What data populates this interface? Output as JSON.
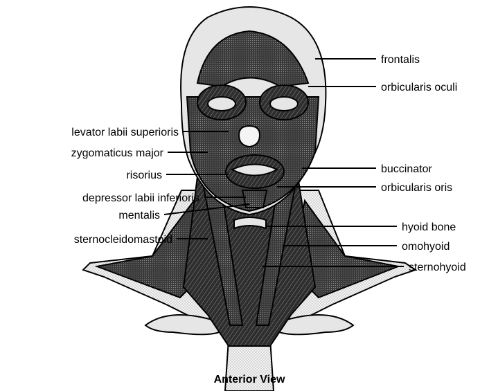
{
  "caption": "Anterior View",
  "labels": {
    "right": {
      "frontalis": "frontalis",
      "orbicularis_oculi": "orbicularis oculi",
      "buccinator": "buccinator",
      "orbicularis_oris": "orbicularis oris",
      "hyoid_bone": "hyoid bone",
      "omohyoid": "omohyoid",
      "sternohyoid": "sternohyoid"
    },
    "left": {
      "levator_labii_superioris": "levator labii superioris",
      "zygomaticus_major": "zygomaticus major",
      "risorius": "risorius",
      "depressor_labii_inferioris": "depressor labii inferioris",
      "mentalis": "mentalis",
      "sternocleidomastoid": "sternocleidomastoid"
    }
  },
  "colors": {
    "ink": "#000000",
    "muscle": "#3a3a3a",
    "skin": "#f4f4f4",
    "bone": "#e6e6e6",
    "background": "#ffffff"
  }
}
